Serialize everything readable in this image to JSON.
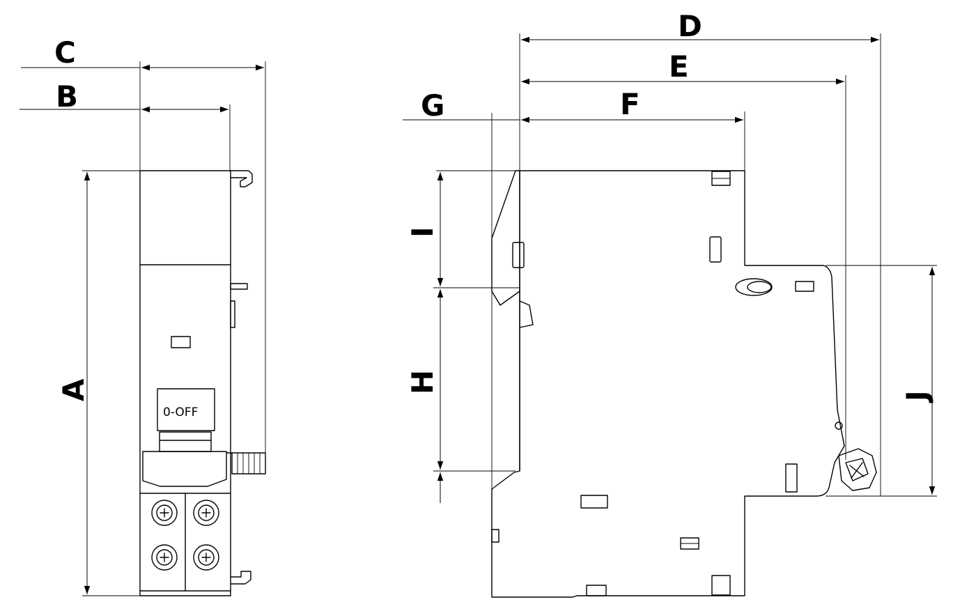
{
  "dimension_labels": {
    "a": "A",
    "b": "B",
    "c": "C",
    "d": "D",
    "e": "E",
    "f": "F",
    "g": "G",
    "h": "H",
    "i": "I",
    "j": "J"
  },
  "handle_text": "0-OFF"
}
